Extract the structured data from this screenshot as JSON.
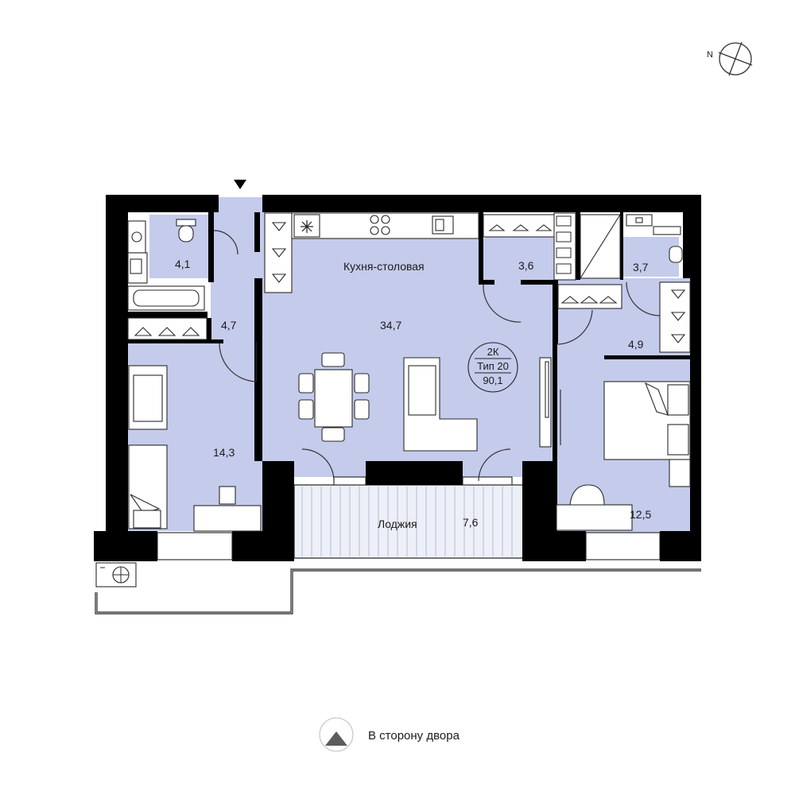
{
  "compass": {
    "north_label": "N"
  },
  "rooms": {
    "bathroom": {
      "area": "4,1"
    },
    "hall": {
      "area": "4,7"
    },
    "kitchen": {
      "name": "Кухня-столовая",
      "area": "34,7"
    },
    "storage": {
      "area": "3,6"
    },
    "wc": {
      "area": "3,7"
    },
    "corridor": {
      "area": "4,9"
    },
    "bedroom_left": {
      "area": "14,3"
    },
    "bedroom_right": {
      "area": "12,5"
    },
    "loggia": {
      "name": "Лоджия",
      "area": "7,6"
    }
  },
  "apartment": {
    "rooms": "2К",
    "type": "Тип 20",
    "total_area": "90,1"
  },
  "footer": {
    "direction_label": "В сторону двора"
  },
  "colors": {
    "room_fill": "#c5cbeb",
    "wall": "#000000",
    "fixture_line": "#2a2a2a"
  },
  "icons": [
    "north-compass-icon",
    "entrance-arrow-icon",
    "yard-direction-icon",
    "snowflake-icon",
    "hanger-icon",
    "air-conditioner-icon"
  ]
}
